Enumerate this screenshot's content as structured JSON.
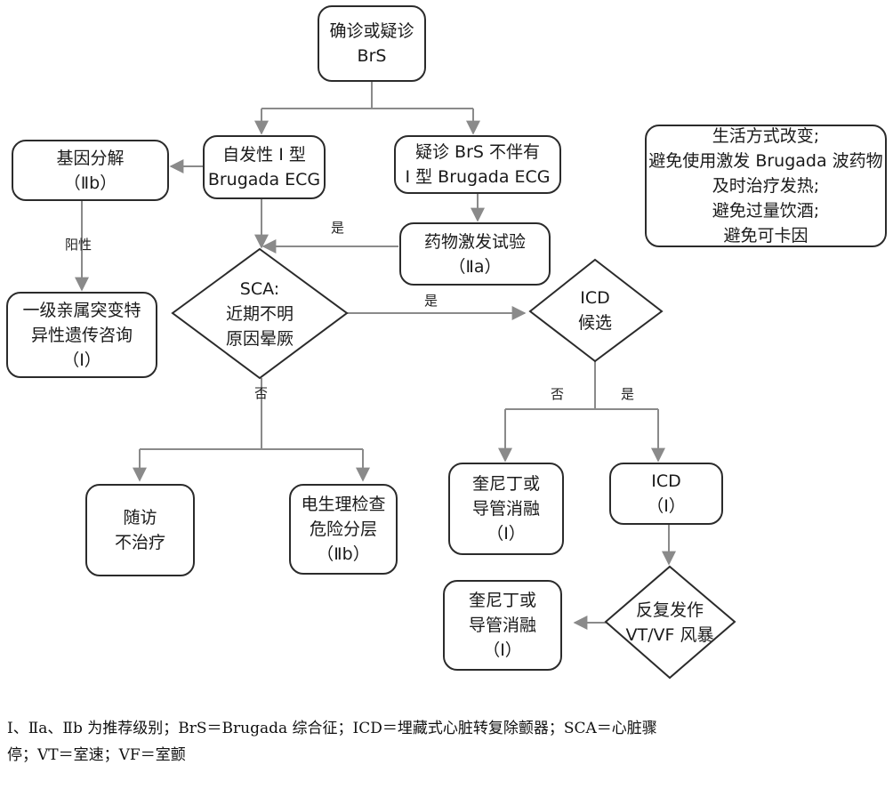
{
  "nodes": {
    "confirmed_brs": [
      "确诊或疑诊",
      "BrS"
    ],
    "spontaneous_ecg": [
      "自发性 I 型",
      "Brugada ECG"
    ],
    "suspected_no_ecg": [
      "疑诊 BrS 不伴有",
      "I 型 Brugada ECG"
    ],
    "genetic": [
      "基因分解",
      "（Ⅱb）"
    ],
    "family_counseling": [
      "一级亲属突变特",
      "异性遗传咨询",
      "（I）"
    ],
    "drug_test": [
      "药物激发试验",
      "（Ⅱa）"
    ],
    "sca_decision": [
      "SCA:",
      "近期不明",
      "原因晕厥"
    ],
    "icd_candidate": [
      "ICD",
      "候选"
    ],
    "followup": [
      "随访",
      "不治疗"
    ],
    "ep_study": [
      "电生理检查",
      "危险分层",
      "（Ⅱb）"
    ],
    "quinidine_1": [
      "奎尼丁或",
      "导管消融",
      "（I）"
    ],
    "icd": [
      "ICD",
      "（I）"
    ],
    "storm_decision": [
      "反复发作",
      "VT/VF 风暴"
    ],
    "quinidine_2": [
      "奎尼丁或",
      "导管消融",
      "（I）"
    ],
    "lifestyle": [
      "生活方式改变;",
      "避免使用激发 Brugada 波药物",
      "及时治疗发热;",
      "避免过量饮酒;",
      "避免可卡因"
    ]
  },
  "edge_labels": {
    "positive": "阳性",
    "yes_drug": "是",
    "yes_sca": "是",
    "no_sca": "否",
    "no_icd": "否",
    "yes_icd": "是"
  },
  "footnote": {
    "line1": "Ⅰ、Ⅱa、Ⅱb 为推荐级别；BrS＝Brugada 综合征；ICD＝埋藏式心脏转复除颤器；SCA＝心脏骤",
    "line2": "停；VT＝室速；VF＝室颤"
  },
  "colors": {
    "line": "#8a8a8a",
    "border": "#2b2b2b"
  }
}
